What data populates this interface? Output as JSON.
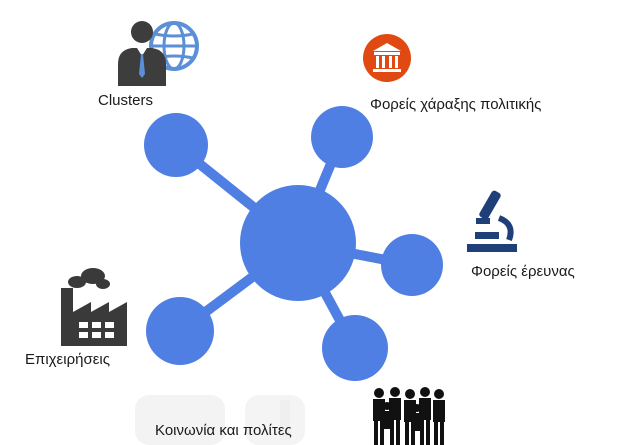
{
  "diagram": {
    "hub_color": "#4f7fe3",
    "stakeholders": [
      {
        "id": "clusters",
        "label": "Clusters",
        "icon": "businessman-globe-icon"
      },
      {
        "id": "policy",
        "label": "Φορείς χάραξης πολιτικής",
        "icon": "government-building-icon",
        "icon_color": "#e04a12"
      },
      {
        "id": "research",
        "label": "Φορείς έρευνας",
        "icon": "microscope-icon",
        "icon_color": "#1f3f78"
      },
      {
        "id": "business",
        "label": "Επιχειρήσεις",
        "icon": "factory-icon",
        "icon_color": "#3a3a3a"
      },
      {
        "id": "society",
        "label": "Κοινωνία και πολίτες",
        "icon": "people-crowd-icon",
        "icon_color": "#111111"
      }
    ]
  }
}
